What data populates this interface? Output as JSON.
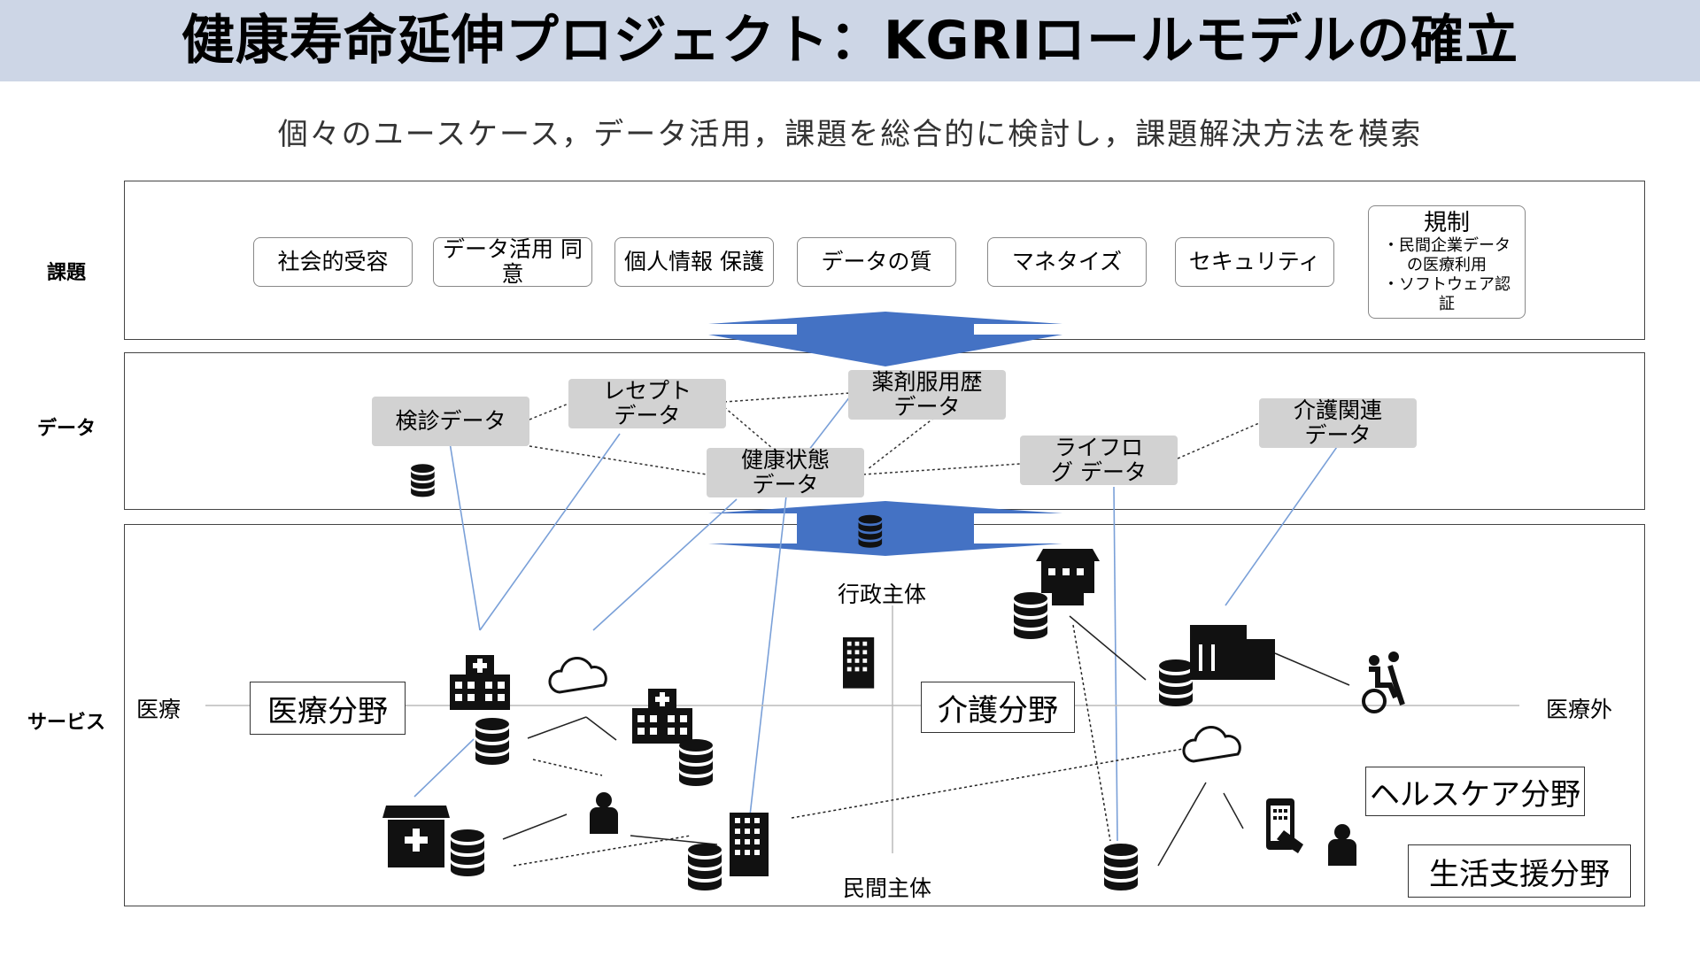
{
  "title": "健康寿命延伸プロジェクト：KGRIロールモデルの確立",
  "subtitle": "個々のユースケース，データ活用，課題を総合的に検討し，課題解決方法を模索",
  "rows": {
    "issues": "課題",
    "data": "データ",
    "services": "サービス"
  },
  "issues": [
    "社会的受容",
    "データ活用 同意",
    "個人情報 保護",
    "データの質",
    "マネタイズ",
    "セキュリティ"
  ],
  "regulation": {
    "title": "規制",
    "line1": "・民間企業データの医療利用",
    "line2": "・ソフトウェア認証"
  },
  "data_sources": {
    "checkup": "検診データ",
    "receipt": "レセプト データ",
    "medication": "薬剤服用歴 データ",
    "health": "健康状態 データ",
    "lifelog": "ライフログ データ",
    "care": "介護関連 データ"
  },
  "axis": {
    "public": "行政主体",
    "private": "民間主体",
    "medical": "医療",
    "nonmedical": "医療外"
  },
  "fields": {
    "medical": "医療分野",
    "care": "介護分野",
    "healthcare": "ヘルスケア分野",
    "lifestyle": "生活支援分野"
  },
  "colors": {
    "title_bar": "#cdd6e6",
    "arrow": "#4472c4",
    "data_box": "#d2d2d2",
    "connector": "#7aa0d8"
  }
}
